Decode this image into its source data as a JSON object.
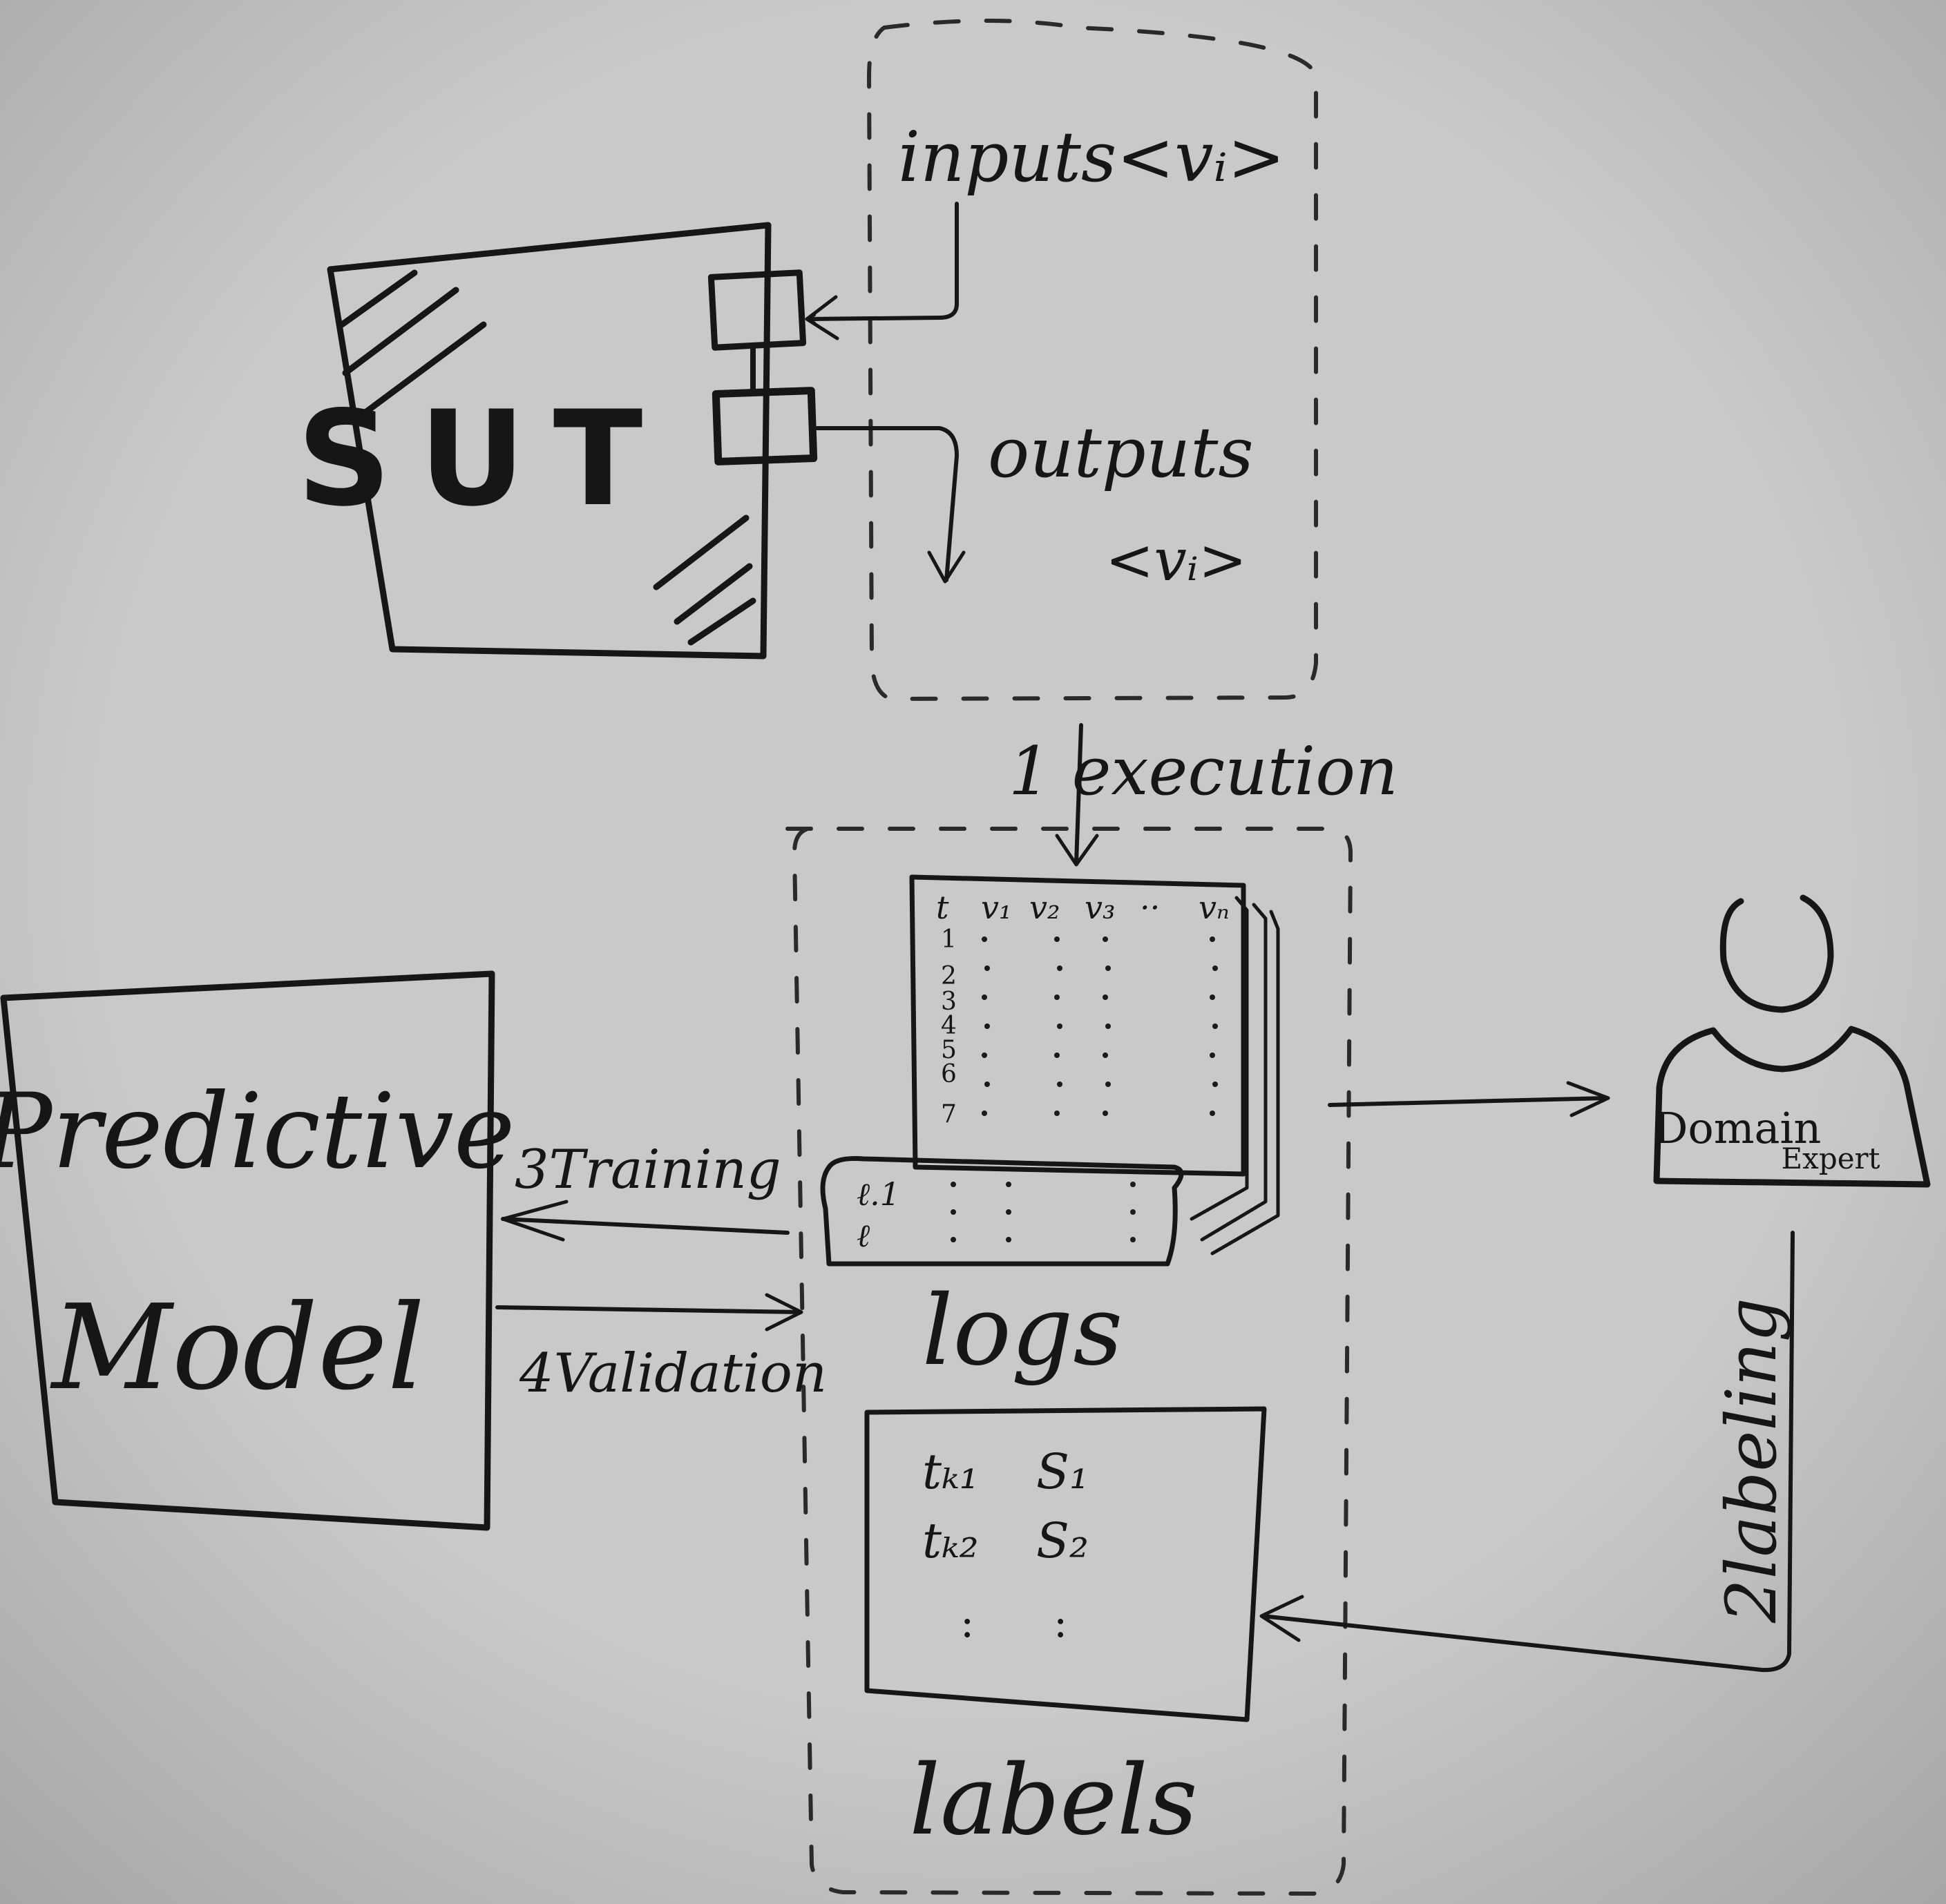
{
  "sut": {
    "label": "SUT"
  },
  "io": {
    "inputs": "inputs<vᵢ>",
    "outputs": "outputs",
    "outputs_vector": "<vᵢ>"
  },
  "steps": {
    "execution": "1 execution",
    "labeling": "2labeling",
    "training": "3Training",
    "validation": "4Validation"
  },
  "logs": {
    "title": "logs",
    "header": [
      "t",
      "v₁",
      "v₂",
      "v₃",
      "··",
      "vₙ"
    ],
    "row_numbers": [
      "1",
      "2",
      "3",
      "4",
      "5",
      "6",
      "7"
    ],
    "back_rows": [
      "ℓ.1",
      "ℓ"
    ]
  },
  "labels": {
    "title": "labels",
    "rows": [
      [
        "tₖ₁",
        "S₁"
      ],
      [
        "tₖ₂",
        "S₂"
      ]
    ],
    "more": ":"
  },
  "model": {
    "line1": "Predictive",
    "line2": "Model"
  },
  "expert": {
    "line1": "Domain",
    "line2": "Expert"
  }
}
